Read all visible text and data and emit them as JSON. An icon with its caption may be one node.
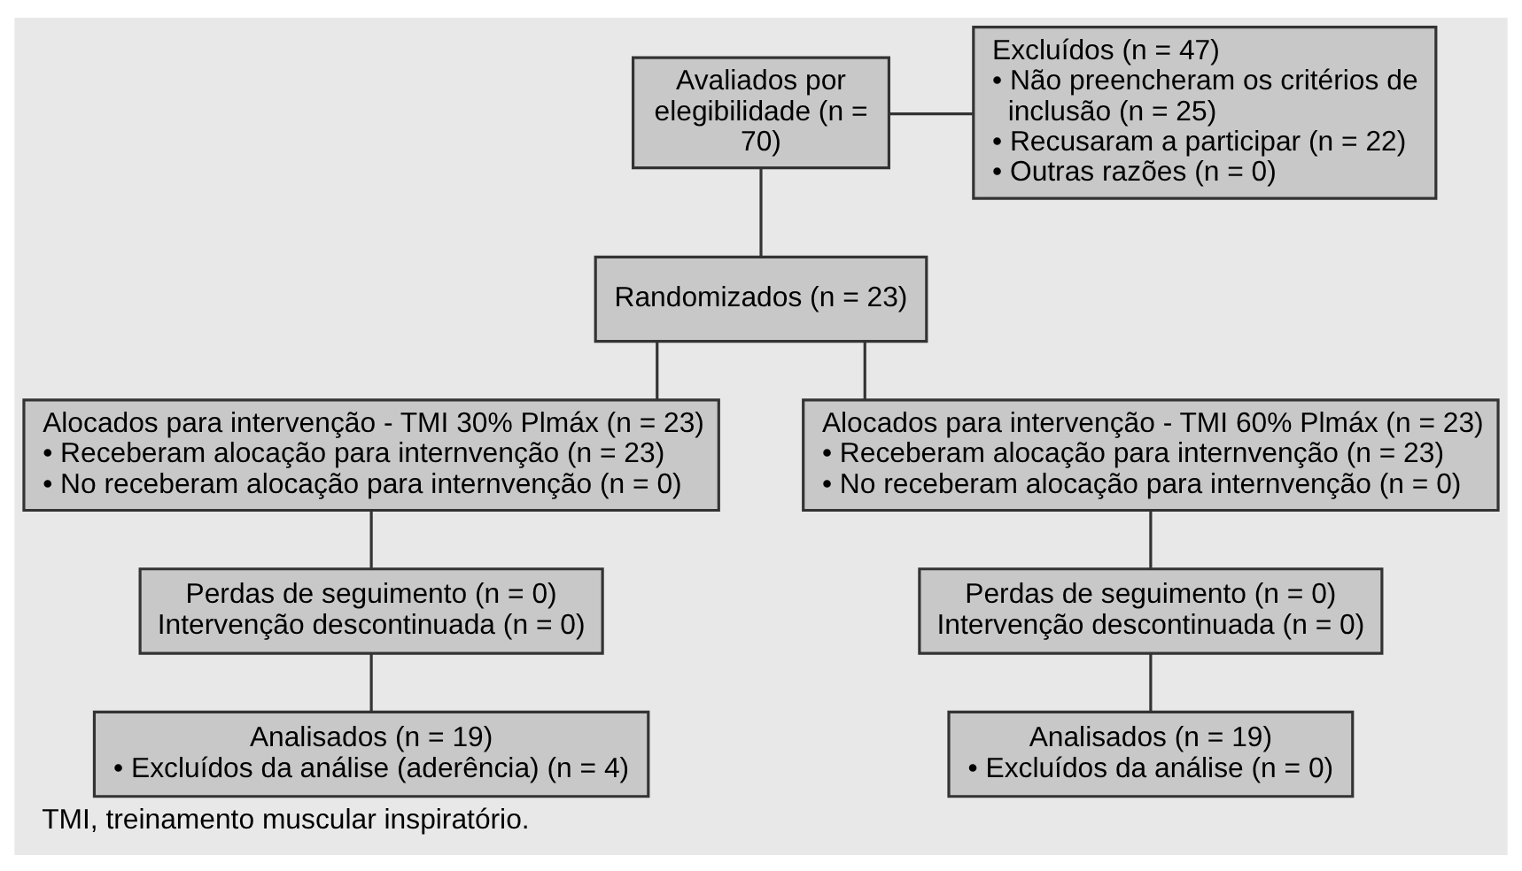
{
  "diagram": {
    "caption": "TMI, treinamento muscular inspiratório.",
    "nodes": [
      {
        "text": [
          "Avaliados por elegibilidade (n = 70)"
        ]
      },
      {
        "text": [
          "Excluídos (n = 47)",
          "• Não preencheram os critérios de inclusão (n = 25)",
          "• Recusaram a participar (n = 22)",
          "• Outras razões (n = 0)"
        ]
      },
      {
        "text": [
          "Randomizados (n = 23)"
        ]
      },
      {
        "text": [
          "Alocados para intervenção - TMI 30% Plmáx (n = 23)",
          "• Receberam alocação para internvenção (n = 23)",
          "• No receberam alocação para internvenção (n = 0)"
        ]
      },
      {
        "text": [
          "Alocados para intervenção - TMI 60% Plmáx (n = 23)",
          "• Receberam alocação para internvenção (n = 23)",
          "• No receberam alocação para internvenção (n = 0)"
        ]
      },
      {
        "text": [
          "Perdas de seguimento (n = 0)",
          "Intervenção descontinuada (n = 0)"
        ]
      },
      {
        "text": [
          "Perdas de seguimento (n = 0)",
          "Intervenção descontinuada (n = 0)"
        ]
      },
      {
        "text": [
          "Analisados (n = 19)",
          "• Excluídos da análise (aderência) (n = 4)"
        ]
      },
      {
        "text": [
          "Analisados (n = 19)",
          "• Excluídos da análise (n = 0)"
        ]
      }
    ],
    "edges": [
      {
        "from": 0,
        "to": 1,
        "arrow": "none"
      },
      {
        "from": 0,
        "to": 2,
        "arrow": "none"
      },
      {
        "from": 2,
        "to": 3,
        "arrow": "none"
      },
      {
        "from": 2,
        "to": 4,
        "arrow": "none"
      },
      {
        "from": 3,
        "to": 5,
        "arrow": "none"
      },
      {
        "from": 4,
        "to": 6,
        "arrow": "none"
      },
      {
        "from": 5,
        "to": 7,
        "arrow": "none"
      },
      {
        "from": 6,
        "to": 8,
        "arrow": "none"
      }
    ]
  }
}
